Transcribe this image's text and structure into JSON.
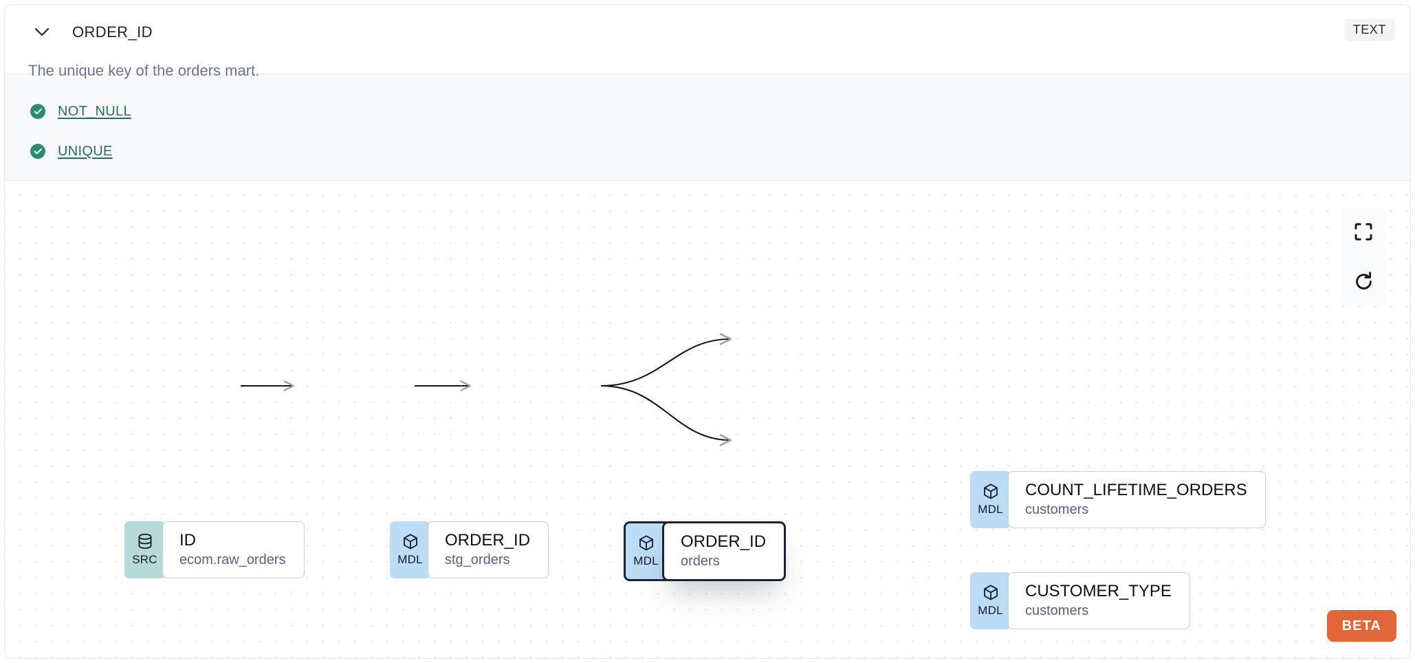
{
  "header": {
    "chevron_icon": "chevron-down-icon",
    "title": "ORDER_ID",
    "type_badge": "TEXT",
    "description": "The unique key of the orders mart."
  },
  "tests": [
    {
      "status_icon": "check-circle-icon",
      "label": "NOT_NULL",
      "status": "passed"
    },
    {
      "status_icon": "check-circle-icon",
      "label": "UNIQUE",
      "status": "passed"
    }
  ],
  "lineage": {
    "nodes": [
      {
        "id": "src_id",
        "badge": "SRC",
        "badge_icon": "database-icon",
        "name": "ID",
        "sub": "ecom.raw_orders",
        "selected": false
      },
      {
        "id": "stg_order_id",
        "badge": "MDL",
        "badge_icon": "cube-icon",
        "name": "ORDER_ID",
        "sub": "stg_orders",
        "selected": false
      },
      {
        "id": "orders_order_id",
        "badge": "MDL",
        "badge_icon": "cube-icon",
        "name": "ORDER_ID",
        "sub": "orders",
        "selected": true
      },
      {
        "id": "count_lifetime_orders",
        "badge": "MDL",
        "badge_icon": "cube-icon",
        "name": "COUNT_LIFETIME_ORDERS",
        "sub": "customers",
        "selected": false
      },
      {
        "id": "customer_type",
        "badge": "MDL",
        "badge_icon": "cube-icon",
        "name": "CUSTOMER_TYPE",
        "sub": "customers",
        "selected": false
      }
    ],
    "controls": [
      {
        "id": "fit-view",
        "icon": "fullscreen-icon"
      },
      {
        "id": "reset",
        "icon": "refresh-icon"
      }
    ],
    "beta_label": "BETA"
  },
  "colors": {
    "mdl_badge": "#bcdcf5",
    "src_badge": "#b6dbd6",
    "test_pass": "#2e8b6d",
    "test_link": "#276b66",
    "beta": "#e2663c",
    "selected_border": "#1b2233"
  }
}
